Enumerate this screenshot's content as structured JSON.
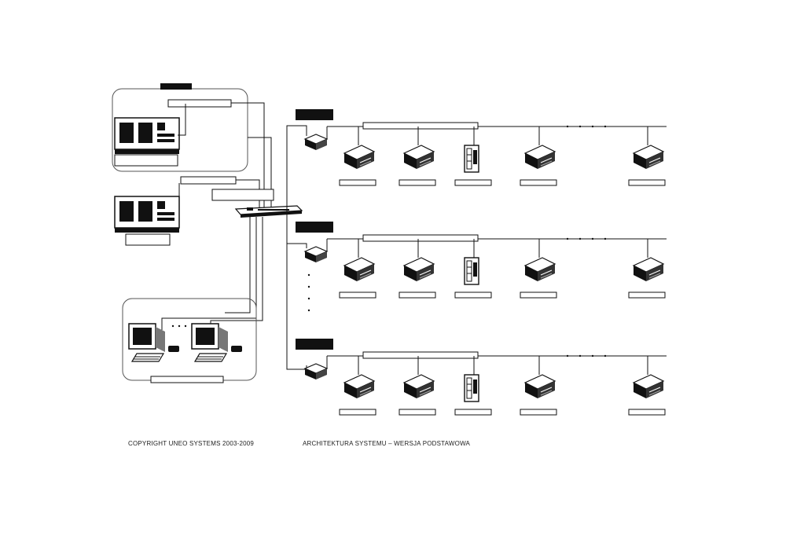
{
  "diagram": {
    "caption_left": "COPYRIGHT UNEO SYSTEMS 2003-2009",
    "caption_right": "ARCHITEKTURA SYSTEMU – WERSJA PODSTAWOWA",
    "label_cluster_top": "",
    "label_server_main": "",
    "label_server_main_name": "",
    "label_server_backup": "",
    "label_server_backup_name": "",
    "label_ethernet": "",
    "label_operators": "",
    "rows": [
      {
        "row_id": "row-1",
        "label_bus": "",
        "label_node": "",
        "device_count": 5
      },
      {
        "row_id": "row-2",
        "label_bus": "",
        "label_node": "",
        "device_count": 5
      },
      {
        "row_id": "row-3",
        "label_bus": "",
        "label_node": "",
        "device_count": 5
      }
    ],
    "colors": {
      "line": "#222222",
      "fill_dark": "#111111",
      "fill_light": "#ffffff",
      "frame": "#555555"
    },
    "icons": [
      "server-icon",
      "workstation-icon",
      "gateway-icon",
      "controller-icon",
      "panel-icon"
    ]
  }
}
